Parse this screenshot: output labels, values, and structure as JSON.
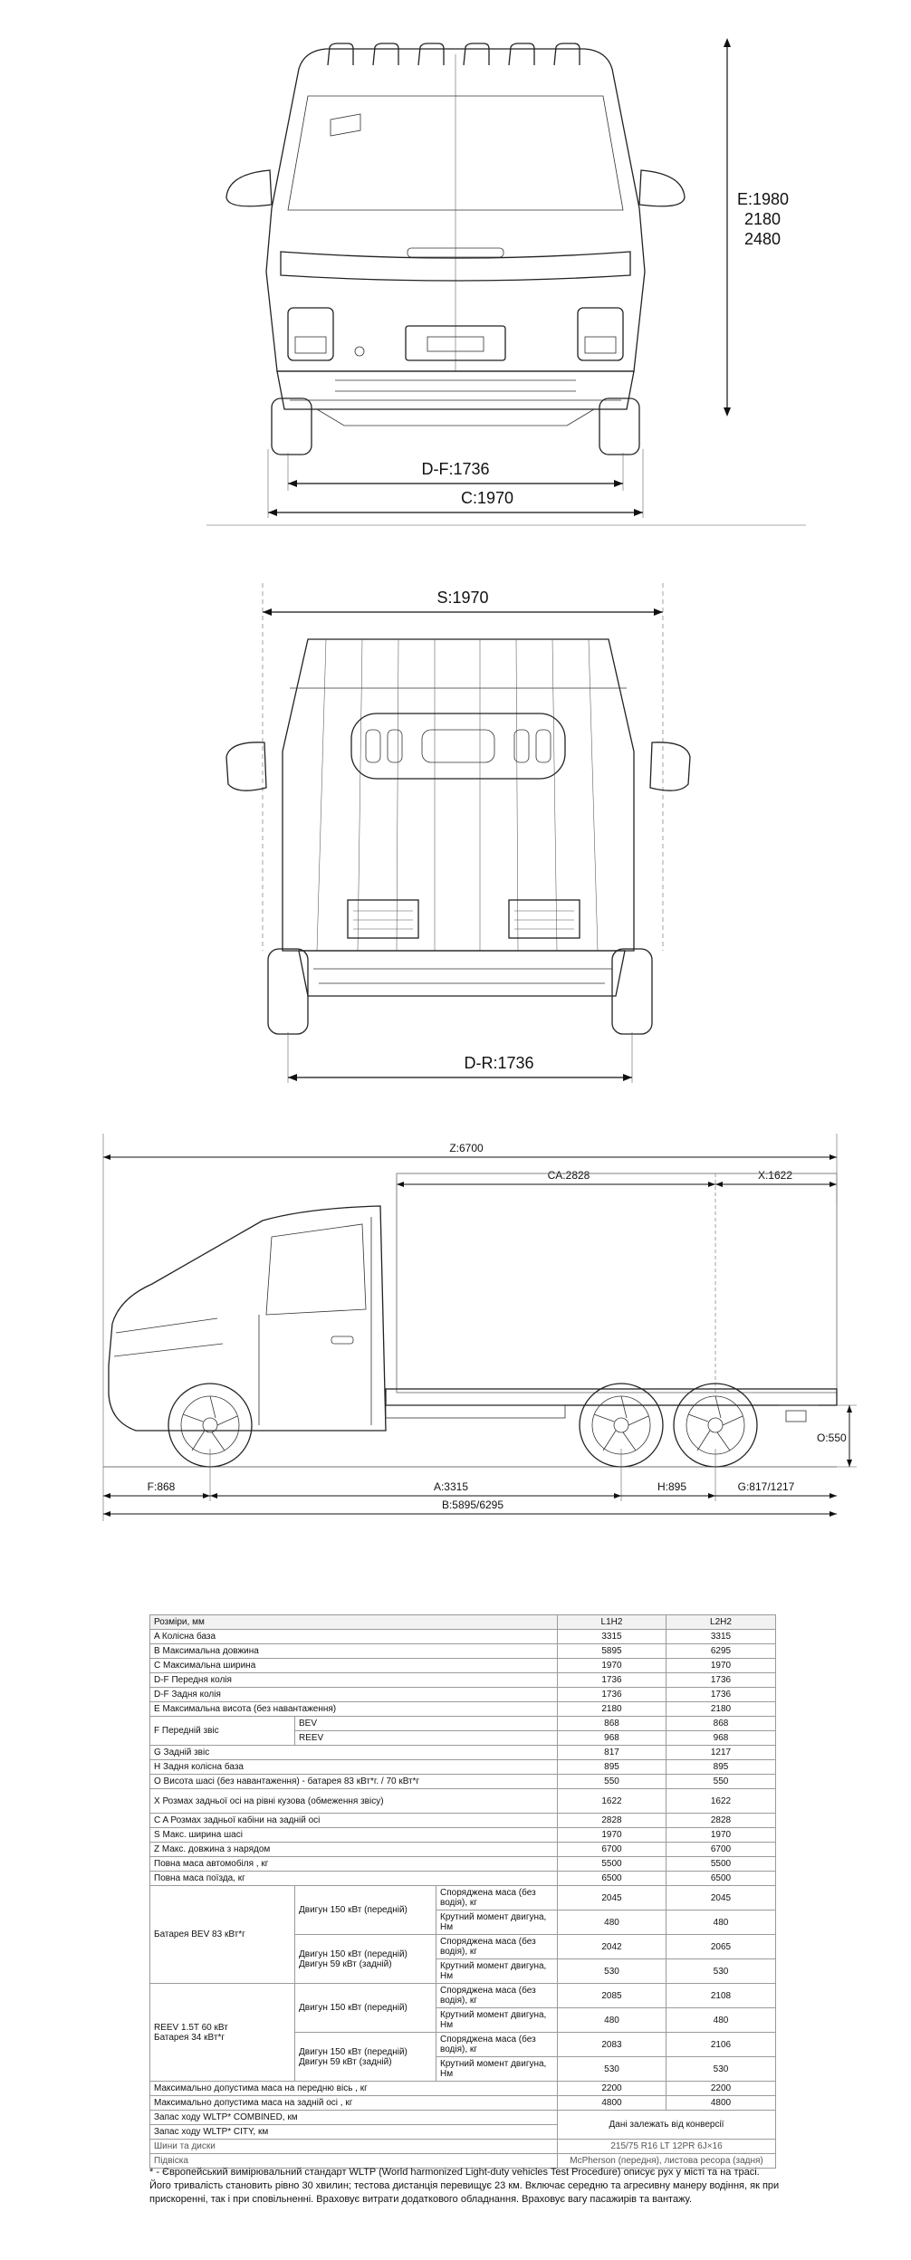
{
  "front_view": {
    "height_label": "E:1980",
    "height_alt1": "2180",
    "height_alt2": "2480",
    "track_label": "D-F:1736",
    "width_label": "C:1970"
  },
  "rear_view": {
    "width_label": "S:1970",
    "track_label": "D-R:1736"
  },
  "side_view": {
    "overall_length": "Z:6700",
    "cargo_length": "CA:2828",
    "rear_overhang_x": "X:1622",
    "frame_height": "O:550",
    "front_overhang": "F:868",
    "wheelbase": "A:3315",
    "rear_axle_spread": "H:895",
    "rear_overhang_g": "G:817/1217",
    "body_length": "B:5895/6295"
  },
  "spec_table": {
    "header": {
      "label": "Розміри, мм",
      "col1": "L1H2",
      "col2": "L2H2"
    },
    "rows": [
      {
        "label": "A Колісна база",
        "v1": "3315",
        "v2": "3315"
      },
      {
        "label": "B Максимальна довжина",
        "v1": "5895",
        "v2": "6295"
      },
      {
        "label": "C Максимальна ширина",
        "v1": "1970",
        "v2": "1970"
      },
      {
        "label": "D-F Передня колія",
        "v1": "1736",
        "v2": "1736"
      },
      {
        "label": "D-F Задня колія",
        "v1": "1736",
        "v2": "1736"
      },
      {
        "label": "E Максимальна висота (без навантаження)",
        "v1": "2180",
        "v2": "2180"
      },
      {
        "label": "F Передній звіс",
        "sub": "BEV",
        "v1": "868",
        "v2": "868"
      },
      {
        "label": "",
        "sub": "REEV",
        "v1": "968",
        "v2": "968"
      },
      {
        "label": "G Задній звіс",
        "v1": "817",
        "v2": "1217"
      },
      {
        "label": "H Задня колісна база",
        "v1": "895",
        "v2": "895"
      },
      {
        "label": "O Висота шасі (без навантаження) - батарея 83 кВт*г. / 70 кВт*г",
        "v1": "550",
        "v2": "550"
      },
      {
        "label": "X Розмах задньої осі на рівні кузова (обмеження звісу)",
        "v1": "1622",
        "v2": "1622"
      },
      {
        "label": "C A Розмах задньої кабіни на задній осі",
        "v1": "2828",
        "v2": "2828"
      },
      {
        "label": "S Макс. ширина шасі",
        "v1": "1970",
        "v2": "1970"
      },
      {
        "label": "Z Макс. довжина з нарядом",
        "v1": "6700",
        "v2": "6700"
      },
      {
        "label": "Повна маса автомобіля , кг",
        "v1": "5500",
        "v2": "5500"
      },
      {
        "label": "Повна маса поїзда, кг",
        "v1": "6500",
        "v2": "6500"
      }
    ],
    "bev": {
      "label": "Батарея BEV 83 кВт*г",
      "groups": [
        {
          "motor": "Двигун 150 кВт (передній)",
          "motor2": "",
          "rows": [
            {
              "param": "Споряджена маса (без водія), кг",
              "v1": "2045",
              "v2": "2045"
            },
            {
              "param": "Крутний момент двигуна, Нм",
              "v1": "480",
              "v2": "480"
            }
          ]
        },
        {
          "motor": "Двигун 150 кВт (передній)",
          "motor2": "Двигун 59 кВт (задній)",
          "rows": [
            {
              "param": "Споряджена маса (без водія), кг",
              "v1": "2042",
              "v2": "2065"
            },
            {
              "param": "Крутний момент двигуна, Нм",
              "v1": "530",
              "v2": "530"
            }
          ]
        }
      ]
    },
    "reev": {
      "label": "REEV 1.5T 60 кВт",
      "label2": "Батарея 34 кВт*г",
      "groups": [
        {
          "motor": "Двигун 150 кВт (передній)",
          "motor2": "",
          "rows": [
            {
              "param": "Споряджена маса (без водія), кг",
              "v1": "2085",
              "v2": "2108"
            },
            {
              "param": "Крутний момент двигуна, Нм",
              "v1": "480",
              "v2": "480"
            }
          ]
        },
        {
          "motor": "Двигун 150 кВт (передній)",
          "motor2": "Двигун 59 кВт (задній)",
          "rows": [
            {
              "param": "Споряджена маса (без водія), кг",
              "v1": "2083",
              "v2": "2106"
            },
            {
              "param": "Крутний момент двигуна, Нм",
              "v1": "530",
              "v2": "530"
            }
          ]
        }
      ]
    },
    "axle_rows": [
      {
        "label": "Максимально допустима маса на передню вісь , кг",
        "v1": "2200",
        "v2": "2200"
      },
      {
        "label": "Максимально допустима маса на задній осі , кг",
        "v1": "4800",
        "v2": "4800"
      }
    ],
    "range": {
      "label1": "Запас ходу WLTP* COMBINED, км",
      "label2": "Запас ходу WLTP* CITY, км",
      "value": "Дані залежать від конверсії"
    },
    "tires": {
      "label": "Шини та диски",
      "value": "215/75 R16 LT 12PR 6J×16"
    },
    "suspension": {
      "label": "Підвіска",
      "value": "McPherson (передня), листова ресора (задня)"
    }
  },
  "footnote": "* - Європейський вимірювальний стандарт WLTP (World harmonized Light-duty vehicles Test Procedure) описує рух у місті та на трасі. Його тривалість становить рівно 30 хвилин; тестова дистанція перевищує 23 км. Включає середню та агресивну манеру водіння, як при прискоренні, так і при сповільненні. Враховує витрати додаткового обладнання. Враховує вагу пасажирів та вантажу."
}
